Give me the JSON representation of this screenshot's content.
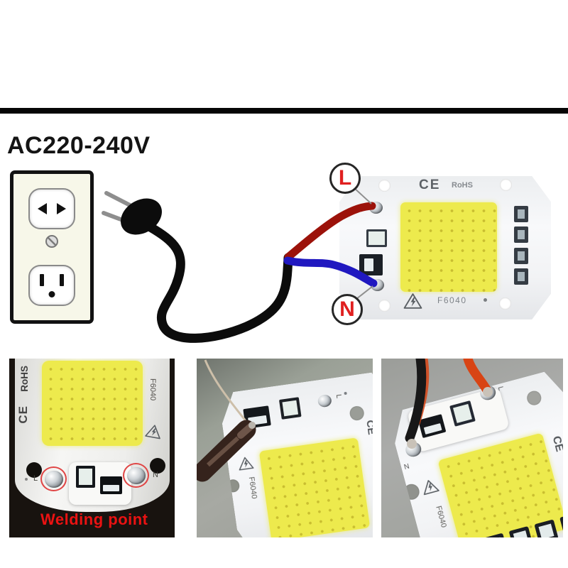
{
  "header": {
    "voltage_label": "AC220-240V"
  },
  "diagram": {
    "terminal_live": "L",
    "terminal_neutral": "N"
  },
  "chip_markings": {
    "ce": "CE",
    "rohs": "RoHS",
    "model": "F6040"
  },
  "pads": {
    "live": "L",
    "neutral": "N"
  },
  "photos": {
    "left": {
      "caption": "Welding point"
    }
  },
  "colors": {
    "terminal_red": "#e02020",
    "caption_red": "#ea1212",
    "wire_live": "#9c120a",
    "wire_neutral": "#2018c0",
    "led_yellow": "#edea4d",
    "photo_wire_red": "#d84414",
    "photo_wire_black": "#181818"
  }
}
